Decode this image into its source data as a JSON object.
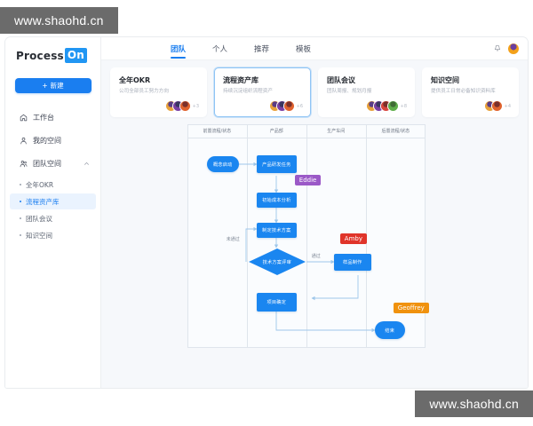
{
  "watermarks": {
    "top_left": "www.shaohd.cn",
    "bottom_right": "www.shaohd.cn"
  },
  "sidebar": {
    "logo": {
      "part1": "Process",
      "part2": "On"
    },
    "new_button": {
      "icon": "plus-icon",
      "label": "新建"
    },
    "items": [
      {
        "label": "工作台",
        "icon": "home-icon"
      },
      {
        "label": "我的空间",
        "icon": "person-icon"
      },
      {
        "label": "团队空间",
        "icon": "team-icon",
        "chevron": "chevron-up-icon"
      }
    ],
    "sub_items": [
      {
        "label": "全年OKR",
        "active": false
      },
      {
        "label": "流程资产库",
        "active": true
      },
      {
        "label": "团队会议",
        "active": false
      },
      {
        "label": "知识空间",
        "active": false
      }
    ]
  },
  "topbar": {
    "tabs": [
      {
        "label": "团队",
        "active": true
      },
      {
        "label": "个人",
        "active": false
      },
      {
        "label": "推荐",
        "active": false
      },
      {
        "label": "模板",
        "active": false
      }
    ],
    "bell_icon": "bell-icon",
    "avatar": "user-avatar"
  },
  "cards": [
    {
      "title": "全年OKR",
      "subtitle": "公司全部员工努力方向",
      "selected": false,
      "avatar_colors": [
        "#e8a13a",
        "#7b3fa3",
        "#e0622d"
      ],
      "more_count": "+3"
    },
    {
      "title": "流程资产库",
      "subtitle": "持续沉淀组织流程资产",
      "selected": true,
      "avatar_colors": [
        "#e8a13a",
        "#7b3fa3",
        "#e0622d"
      ],
      "more_count": "+6"
    },
    {
      "title": "团队会议",
      "subtitle": "团队周报、规划月报",
      "selected": false,
      "avatar_colors": [
        "#e8a13a",
        "#7b3fa3",
        "#d8453c",
        "#5fae4a"
      ],
      "more_count": "+8"
    },
    {
      "title": "知识空间",
      "subtitle": "提供员工日常必备知识资料库",
      "selected": false,
      "avatar_colors": [
        "#e8a13a",
        "#e0622d"
      ],
      "more_count": "+4"
    }
  ],
  "flowchart": {
    "lanes": [
      "前置流程/状态",
      "产品部",
      "生产车间",
      "后置流程/状态"
    ],
    "nodes": [
      {
        "id": "start",
        "label": "概念启动",
        "shape": "round"
      },
      {
        "id": "task",
        "label": "产品研发任务",
        "shape": "rect"
      },
      {
        "id": "cost",
        "label": "初始成本分析",
        "shape": "rect"
      },
      {
        "id": "tech",
        "label": "制定技术方案",
        "shape": "rect"
      },
      {
        "id": "review",
        "label": "技术方案评审",
        "shape": "diamond"
      },
      {
        "id": "sample",
        "label": "样品制作",
        "shape": "rect"
      },
      {
        "id": "confirm",
        "label": "项目确定",
        "shape": "rect"
      },
      {
        "id": "end",
        "label": "结束",
        "shape": "round"
      }
    ],
    "edge_labels": [
      {
        "id": "pass",
        "label": "通过"
      },
      {
        "id": "fail",
        "label": "未通过"
      }
    ],
    "cursors": [
      {
        "name": "Eddie",
        "color": "#9b59c7"
      },
      {
        "name": "Amby",
        "color": "#e0342a"
      },
      {
        "name": "Geoffrey",
        "color": "#f0920e"
      }
    ]
  },
  "colors": {
    "accent": "#1a7ef0",
    "node": "#1a86f0",
    "canvas_bg": "#fafcfe",
    "content_bg": "#f6f8fb"
  }
}
